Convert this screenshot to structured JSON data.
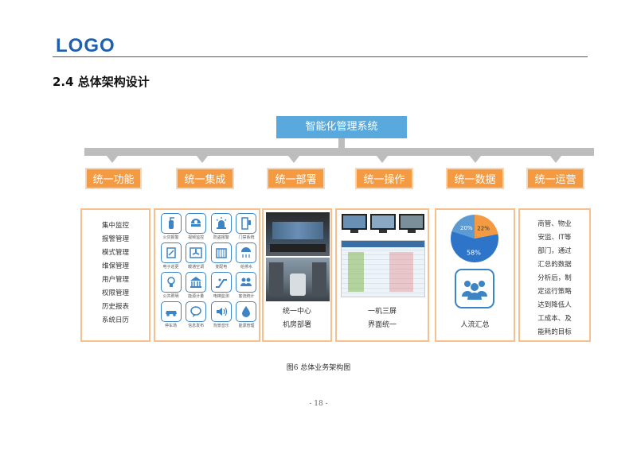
{
  "header": {
    "logo": "LOGO",
    "section_title": "2.4 总体架构设计"
  },
  "diagram": {
    "top_node": "智能化管理系统",
    "categories": [
      "统一功能",
      "统一集成",
      "统一部署",
      "统一操作",
      "统一数据",
      "统一运营"
    ],
    "functions_list": [
      "集中监控",
      "报警管理",
      "模式管理",
      "维保管理",
      "用户管理",
      "权限管理",
      "历史报表",
      "系统日历"
    ],
    "integration_icons": [
      {
        "label": "火灾报警",
        "icon": "fire-extinguisher-icon"
      },
      {
        "label": "视频监控",
        "icon": "camera-dome-icon"
      },
      {
        "label": "防盗报警",
        "icon": "alarm-siren-icon"
      },
      {
        "label": "门禁系统",
        "icon": "door-access-icon"
      },
      {
        "label": "电子巡更",
        "icon": "patrol-icon"
      },
      {
        "label": "暖通空调",
        "icon": "fan-hvac-icon"
      },
      {
        "label": "变配电",
        "icon": "power-distribution-icon"
      },
      {
        "label": "给排水",
        "icon": "water-supply-icon"
      },
      {
        "label": "公共照明",
        "icon": "bulb-lighting-icon"
      },
      {
        "label": "能源计量",
        "icon": "building-energy-icon"
      },
      {
        "label": "电梯监测",
        "icon": "escalator-icon"
      },
      {
        "label": "客流统计",
        "icon": "people-count-icon"
      },
      {
        "label": "停车场",
        "icon": "car-parking-icon"
      },
      {
        "label": "信息发布",
        "icon": "speech-bubble-icon"
      },
      {
        "label": "背景音乐",
        "icon": "speaker-icon"
      },
      {
        "label": "能源管理",
        "icon": "water-drop-icon"
      }
    ],
    "deployment_caption": [
      "统一中心",
      "机房部署"
    ],
    "operation_caption": [
      "一机三屏",
      "界面统一"
    ],
    "data": {
      "caption": "人流汇总",
      "pie_labels": [
        "20%",
        "22%",
        "58%"
      ],
      "pie_values": [
        20,
        22,
        58
      ],
      "pie_colors": [
        "#5b9bd5",
        "#f39a42",
        "#2e75c9"
      ]
    },
    "operations_text": [
      "商管、物业",
      "安监、IT等",
      "部门，通过",
      "汇总的数据",
      "分析后，制",
      "定运行策略",
      "达到降低人",
      "工成本、及",
      "能耗的目标"
    ],
    "colors": {
      "top_node": "#5aa9dd",
      "category": "#f39a42",
      "panel_border": "#f6c18e",
      "connector": "#bdbdbd",
      "icon_stroke": "#3d84c4"
    }
  },
  "figure_caption": "图6 总体业务架构图",
  "page_number": "- 18 -"
}
